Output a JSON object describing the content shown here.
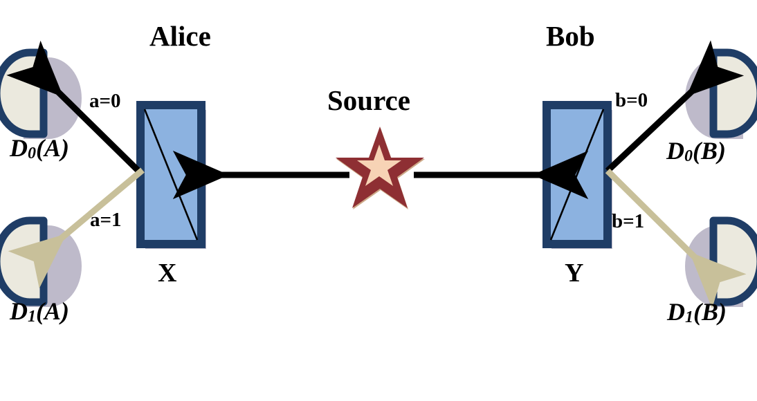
{
  "figure": {
    "title_alice": "Alice",
    "title_bob": "Bob",
    "title_source": "Source",
    "colors": {
      "box_border": "#1f3d66",
      "box_fill": "#8cb2e0",
      "detector_border": "#1f3d66",
      "detector_fill": "#ebe9de",
      "arrow_black": "#000000",
      "arrow_tan": "#c8c09a",
      "star_border": "#8e2f33",
      "star_fill": "#f7d3b5",
      "shadow": "#a9a3b8",
      "background": "#ffffff"
    }
  },
  "alice": {
    "label": "Alice",
    "beamsplitter_label": "X",
    "outcomes": [
      {
        "bit_label": "a=0",
        "detector_label": "D",
        "detector_index": "0",
        "detector_arg": "(A)",
        "arrow_color": "#000000"
      },
      {
        "bit_label": "a=1",
        "detector_label": "D",
        "detector_index": "1",
        "detector_arg": "(A)",
        "arrow_color": "#c8c09a"
      }
    ]
  },
  "bob": {
    "label": "Bob",
    "beamsplitter_label": "Y",
    "outcomes": [
      {
        "bit_label": "b=0",
        "detector_label": "D",
        "detector_index": "0",
        "detector_arg": "(B)",
        "arrow_color": "#000000"
      },
      {
        "bit_label": "b=1",
        "detector_label": "D",
        "detector_index": "1",
        "detector_arg": "(B)",
        "arrow_color": "#c8c09a"
      }
    ]
  },
  "source": {
    "label": "Source",
    "icon": "star-icon"
  }
}
